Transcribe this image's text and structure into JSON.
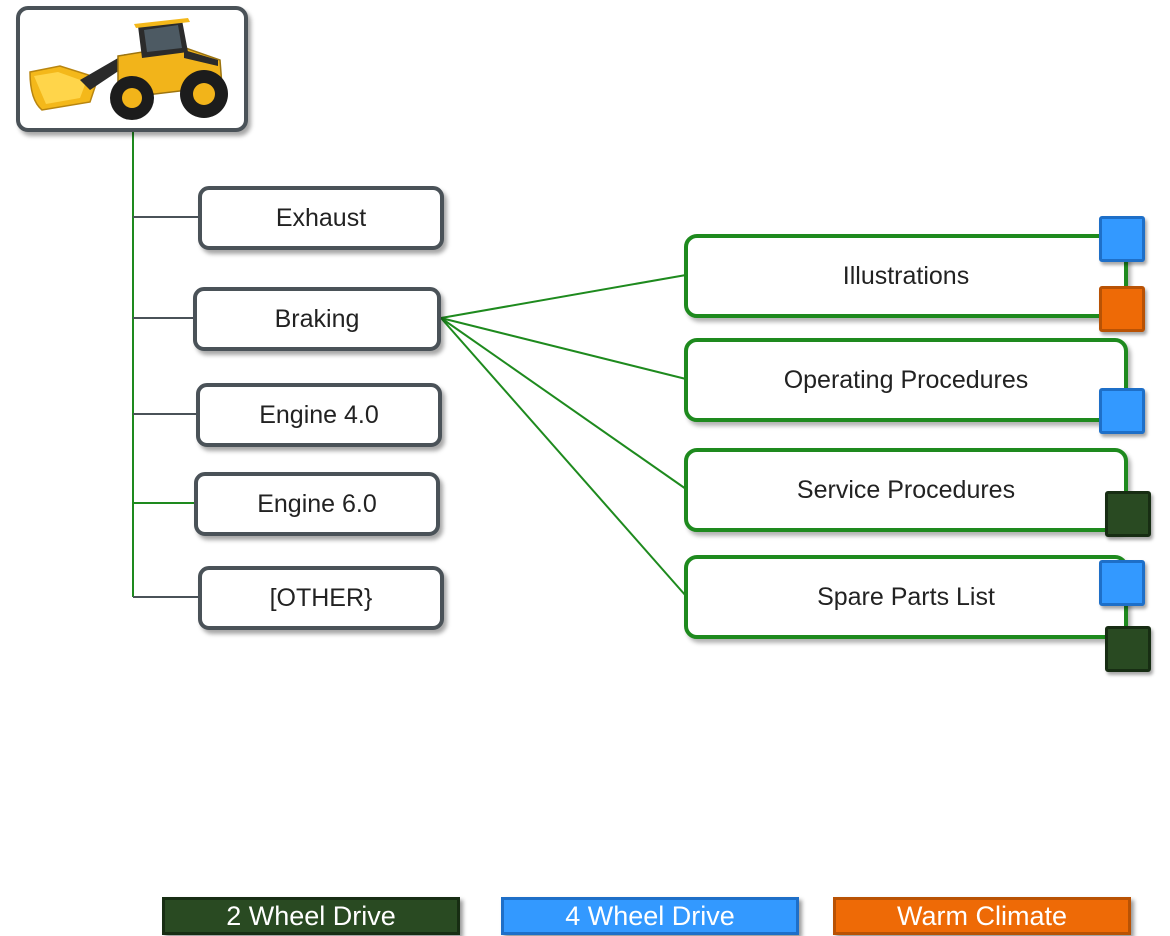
{
  "root": {
    "image": "wheel-loader"
  },
  "branches": [
    {
      "label": "Exhaust"
    },
    {
      "label": "Braking"
    },
    {
      "label": "Engine 4.0"
    },
    {
      "label": "Engine 6.0"
    },
    {
      "label": "[OTHER}"
    }
  ],
  "children": [
    {
      "label": "Illustrations",
      "tags": [
        "4 Wheel Drive",
        "Warm Climate"
      ]
    },
    {
      "label": "Operating Procedures",
      "tags": [
        "4 Wheel Drive"
      ]
    },
    {
      "label": "Service Procedures",
      "tags": [
        "2 Wheel Drive"
      ]
    },
    {
      "label": "Spare Parts List",
      "tags": [
        "4 Wheel Drive",
        "2 Wheel Drive"
      ]
    }
  ],
  "legend": [
    {
      "label": "2 Wheel Drive",
      "color": "#294a22"
    },
    {
      "label": "4 Wheel Drive",
      "color": "#3399ff"
    },
    {
      "label": "Warm Climate",
      "color": "#ee6a06"
    }
  ],
  "colors": {
    "trunk": "#1e8a1e",
    "stub": "#4a5258",
    "child_border": "#1e8a1e"
  }
}
